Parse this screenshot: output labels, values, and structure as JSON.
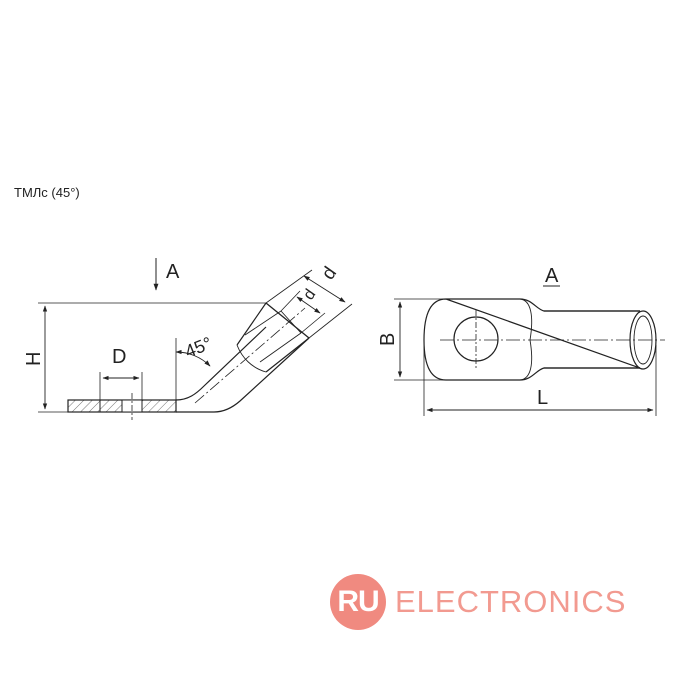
{
  "caption": "ТМЛс (45°)",
  "side_view": {
    "view_label": "A",
    "dim_height": "H",
    "dim_hole": "D",
    "dim_outer": "d",
    "dim_inner": "d",
    "angle": "45°"
  },
  "top_view": {
    "view_label": "A",
    "dim_width": "B",
    "dim_length": "L"
  },
  "watermark": {
    "badge": "RU",
    "text": "ELECTRONICS",
    "color": "#f08a80"
  }
}
